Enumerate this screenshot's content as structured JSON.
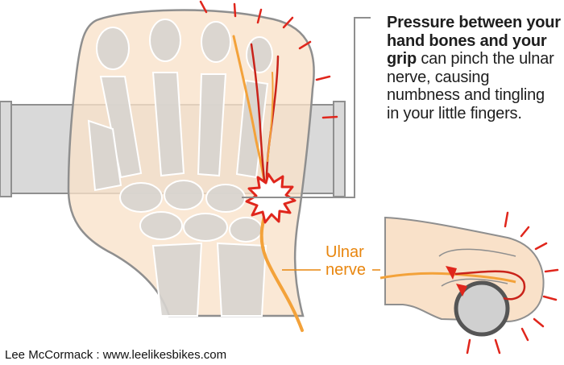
{
  "callout": {
    "bold_text": "Pressure between your hand bones and your grip",
    "normal_text": " can pinch the ulnar nerve, causing numbness and tingling in your little fingers."
  },
  "nerve_label": {
    "line1": "Ulnar",
    "line2": "nerve"
  },
  "credit": "Lee McCormack : www.leelikesbikes.com",
  "colors": {
    "skin": "#f9e1c9",
    "outline": "#8f8f8f",
    "bone": "#d7d4cf",
    "bar": "#d9d9d9",
    "nerve_orange": "#f3a23a",
    "nerve_red": "#c9231a",
    "burst_red": "#e0261c",
    "label_orange": "#e8860f"
  }
}
